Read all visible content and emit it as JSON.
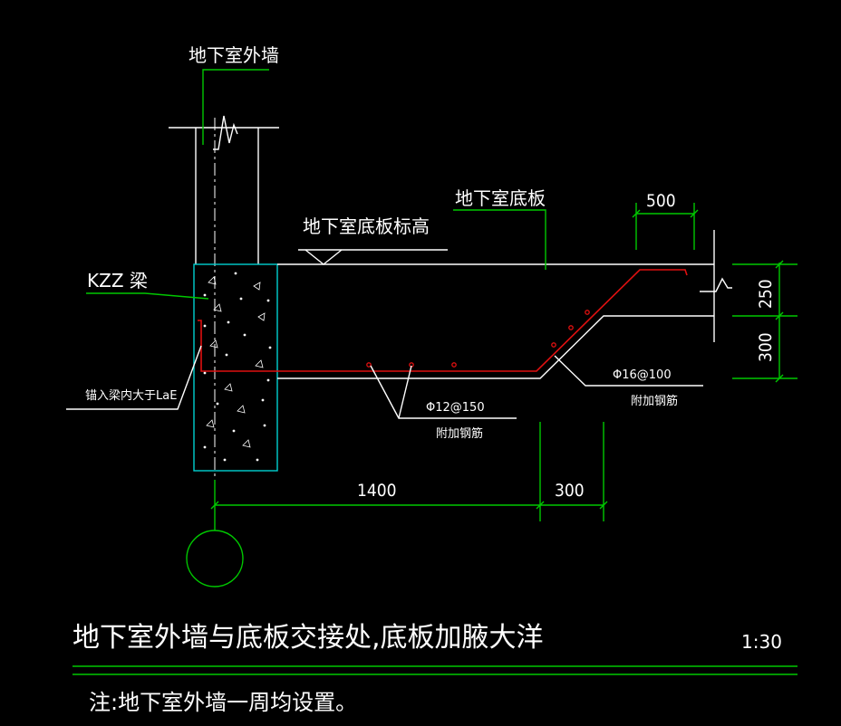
{
  "labels": {
    "wall": "地下室外墙",
    "slab": "地下室底板",
    "slab_level": "地下室底板标高",
    "beam": "KZZ 梁",
    "anchor": "锚入梁内大于LaE",
    "rebar_1": "Φ12@150",
    "rebar_1_note": "附加钢筋",
    "rebar_2": "Φ16@100",
    "rebar_2_note": "附加钢筋"
  },
  "dimensions": {
    "d500": "500",
    "d250": "250",
    "d300_v": "300",
    "d1400": "1400",
    "d300_h": "300"
  },
  "title": "地下室外墙与底板交接处,底板加腋大洋",
  "scale": "1:30",
  "note": "注:地下室外墙一周均设置。",
  "colors": {
    "background": "#000000",
    "leader_dim": "#00c800",
    "outline": "#ffffff",
    "beam": "#00d0d0",
    "rebar": "#e01010"
  }
}
